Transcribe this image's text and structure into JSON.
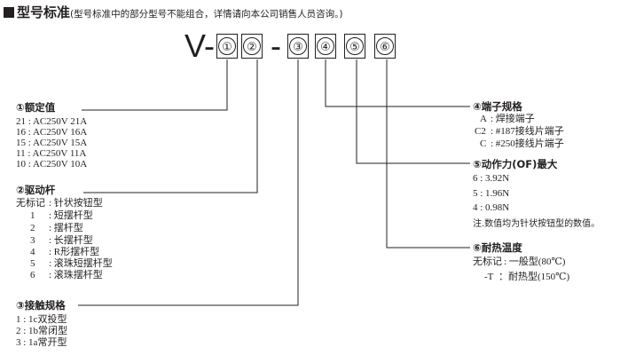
{
  "heading": {
    "title": "型号标准",
    "note": "(型号标准中的部分型号不能组合，详情请向本公司销售人员咨询。)"
  },
  "model_code": {
    "prefix": "V-",
    "separator": "-",
    "positions": [
      "①",
      "②",
      "③",
      "④",
      "⑤",
      "⑥"
    ]
  },
  "rated_value": {
    "title": "①额定值",
    "items": [
      "21 : AC250V 21A",
      "16 : AC250V 16A",
      "15 : AC250V 15A",
      "11 : AC250V 11A",
      "10 : AC250V 10A"
    ]
  },
  "actuator": {
    "title": "②驱动杆",
    "items": [
      {
        "code": "无标记",
        "desc": ": 针状按钮型"
      },
      {
        "code": "1",
        "desc": ": 短摆杆型"
      },
      {
        "code": "2",
        "desc": ": 摆杆型"
      },
      {
        "code": "3",
        "desc": ": 长摆杆型"
      },
      {
        "code": "4",
        "desc": ": R形摆杆型"
      },
      {
        "code": "5",
        "desc": ": 滚珠短摆杆型"
      },
      {
        "code": "6",
        "desc": ": 滚珠摆杆型"
      }
    ]
  },
  "contact": {
    "title": "③接触规格",
    "items": [
      "1 : 1c双投型",
      "2 : 1b常闭型",
      "3 : 1a常开型"
    ]
  },
  "terminal": {
    "title": "④端子规格",
    "items": [
      {
        "code": "A",
        "desc": ": 焊接端子"
      },
      {
        "code": "C2",
        "desc": ": #187接线片端子"
      },
      {
        "code": "C",
        "desc": ": #250接线片端子"
      }
    ]
  },
  "operating_force": {
    "title": "⑤动作力(OF)最大",
    "items": [
      "6 : 3.92N",
      "5 : 1.96N",
      "4 : 0.98N"
    ],
    "note": "注.数值均为针状按钮型的数值。"
  },
  "heat_resistance": {
    "title": "⑥耐热温度",
    "items": [
      {
        "code": "无标记",
        "desc": ": 一般型(80℃)"
      },
      {
        "code": "-T",
        "desc": "：耐热型(150℃)"
      }
    ]
  }
}
